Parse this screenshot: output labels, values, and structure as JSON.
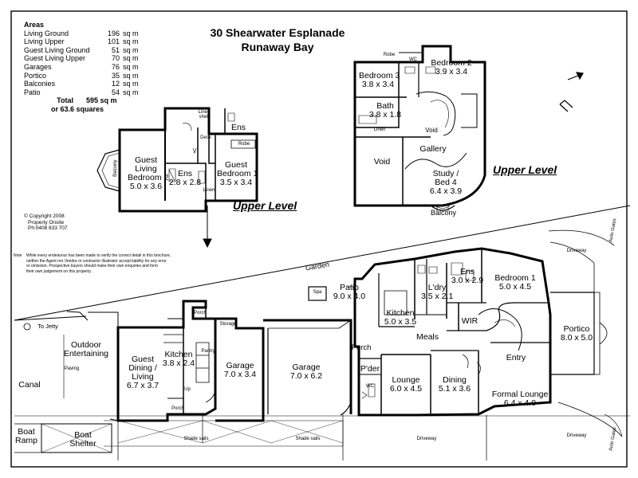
{
  "title": {
    "line1": "30 Shearwater Esplanade",
    "line2": "Runaway Bay"
  },
  "areas": {
    "heading": "Areas",
    "rows": [
      {
        "name": "Living Ground",
        "value": "196",
        "unit": "sq m"
      },
      {
        "name": "Living Upper",
        "value": "101",
        "unit": "sq m"
      },
      {
        "name": "Guest Living Ground",
        "value": "51",
        "unit": "sq m"
      },
      {
        "name": "Guest Living Upper",
        "value": "70",
        "unit": "sq m"
      },
      {
        "name": "Garages",
        "value": "76",
        "unit": "sq m"
      },
      {
        "name": "Portico",
        "value": "35",
        "unit": "sq m"
      },
      {
        "name": "Balconies",
        "value": "12",
        "unit": "sq m"
      },
      {
        "name": "Patio",
        "value": "54",
        "unit": "sq m"
      }
    ],
    "total_label": "Total",
    "total_value": "595 sq m",
    "squares": "or 63.6 squares"
  },
  "level_labels": {
    "guest_upper": "Upper Level",
    "main_upper": "Upper Level"
  },
  "copyright": {
    "line1": "© Copyright 2008",
    "line2": "Property Onsite",
    "line3": "Ph:0408 833 707"
  },
  "note": {
    "label": "Note",
    "line1": "While every endeavour has been made to verify the correct detail in this brochure,",
    "line2": "neither the Agent nor Vendor or contractor illustrator accept liability for any error",
    "line3": "or omission. Prospective buyers should make their own enquiries and form",
    "line4": "their own judgement on this property."
  },
  "guest_upper_rooms": {
    "guest_bed2": {
      "name": "Guest Living Bedroom 2",
      "line1": "Guest",
      "line2": "Living",
      "line3": "Bedroom 2",
      "dims": "5.0 x 3.6"
    },
    "ens": {
      "name": "Ens",
      "dims": "2.8 x 2.8"
    },
    "ens_top": "Ens",
    "guest_bed1": {
      "line1": "Guest",
      "line2": "Bedroom 1",
      "dims": "3.5 x 3.4"
    },
    "balcony": "Balcony",
    "linen": "Linen",
    "robe": "Robe",
    "linen_shelf": "Linen shelf",
    "desk": "Desk"
  },
  "main_upper_rooms": {
    "bedroom3": {
      "name": "Bedroom 3",
      "dims": "3.8 x 3.4"
    },
    "bedroom2": {
      "name": "Bedroom 2",
      "dims": "3.9 x 3.4"
    },
    "bath": {
      "name": "Bath",
      "dims": "3.8 x 1.8"
    },
    "void_small": "Void",
    "void_large": "Void",
    "gallery": "Gallery",
    "study": {
      "line1": "Study /",
      "line2": "Bed 4",
      "dims": "6.4 x 3.9"
    },
    "balcony": "Balcony",
    "robe": "Robe",
    "linen": "Linen",
    "wc": "WC"
  },
  "ground_rooms": {
    "garden": "Garden",
    "patio": {
      "name": "Patio",
      "dims": "9.0 x 4.0"
    },
    "spa": "Spa",
    "to_jetty": "To Jetty",
    "outdoor": {
      "line1": "Outdoor",
      "line2": "Entertaining"
    },
    "paving": "Paving",
    "canal": "Canal",
    "boat_ramp": {
      "line1": "Boat",
      "line2": "Ramp"
    },
    "boat_shelter": {
      "line1": "Boat",
      "line2": "Shelter"
    },
    "guest_dining": {
      "line1": "Guest",
      "line2": "Dining /",
      "line3": "Living",
      "dims": "6.7 x 3.7"
    },
    "guest_kitchen": {
      "name": "Kitchen",
      "dims": "3.8 x 2.4"
    },
    "porch_a": "Porch",
    "porch_b": "Porch",
    "porch_c": "Porch",
    "garage1": {
      "name": "Garage",
      "dims": "7.0 x 3.4"
    },
    "garage2": {
      "name": "Garage",
      "dims": "7.0 x 6.2"
    },
    "storage": "Storage",
    "kitchen": {
      "name": "Kitchen",
      "dims": "5.0 x 3.5"
    },
    "laundry": {
      "name": "L'dry",
      "dims": "3.5 x 2.1"
    },
    "ens": {
      "name": "Ens",
      "dims": "3.0 x 2.9"
    },
    "bedroom1": {
      "name": "Bedroom 1",
      "dims": "5.0 x 4.5"
    },
    "wir": "WIR",
    "meals": "Meals",
    "entry": "Entry",
    "portico": {
      "name": "Portico",
      "dims": "8.0 x 5.0"
    },
    "powder": "P'der",
    "lounge": {
      "name": "Lounge",
      "dims": "6.0 x 4.5"
    },
    "dining": {
      "name": "Dining",
      "dims": "5.1 x 3.6"
    },
    "formal_lounge": {
      "name": "Formal Lounge",
      "dims": "6.4 x 4.0"
    },
    "driveway_a": "Driveway",
    "driveway_b": "Driveway",
    "driveway_c": "Driveway",
    "shade_a": "Shade sails",
    "shade_b": "Shade sails",
    "auto_gates_a": "Auto Gates",
    "auto_gates_b": "Auto Gates",
    "up": "Up",
    "pantry": "Pantry",
    "wc": "WC"
  }
}
